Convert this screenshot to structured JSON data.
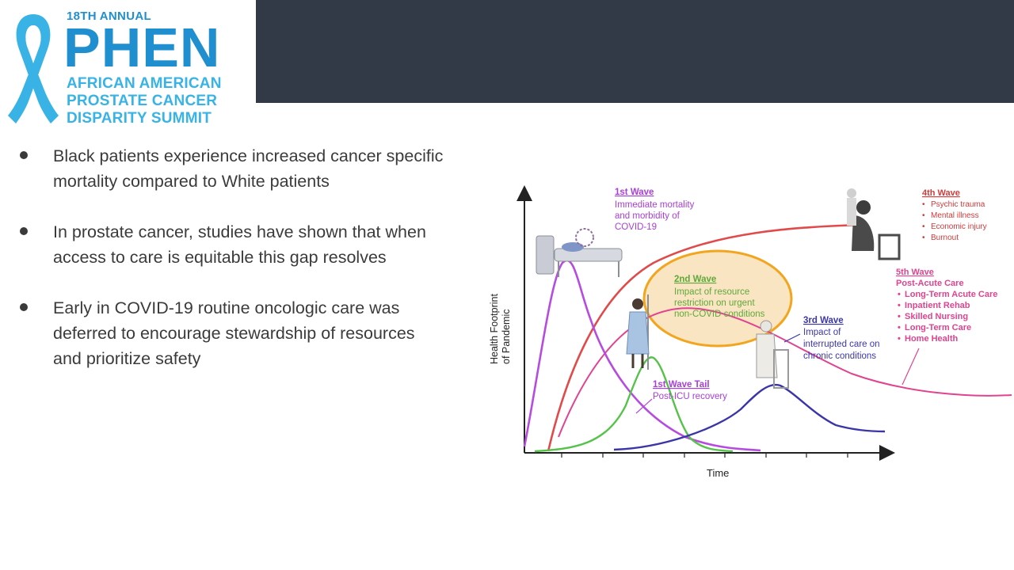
{
  "logo": {
    "annual": "18TH ANNUAL",
    "brand": "PHEN",
    "lines": [
      "AFRICAN AMERICAN",
      "PROSTATE CANCER",
      "DISPARITY SUMMIT"
    ],
    "colors": {
      "dark_blue": "#1f8fcf",
      "light_blue": "#39b3e6"
    }
  },
  "bullets": [
    {
      "text": "Black patients experience increased cancer specific mortality compared to White patients"
    },
    {
      "text": "In prostate cancer, studies have shown that when access to care is equitable this gap resolves"
    },
    {
      "text": "Early in COVID-19 routine oncologic care was deferred to encourage stewardship of resources and prioritize safety"
    }
  ],
  "diagram": {
    "y_axis_label_line1": "Health Footprint",
    "y_axis_label_line2": "of Pandemic",
    "x_axis_label": "Time",
    "wave1": {
      "title": "1st Wave",
      "lines": [
        "Immediate mortality",
        "and morbidity of",
        "COVID-19"
      ],
      "color": "#a83fd6"
    },
    "wave1_tail": {
      "title": "1st Wave Tail",
      "lines": [
        "Post-ICU recovery"
      ],
      "color": "#a83fd6"
    },
    "wave2": {
      "title": "2nd Wave",
      "lines": [
        "Impact of resource",
        "restriction on urgent",
        "non-COVID conditions"
      ],
      "color": "#5fa83a"
    },
    "wave3": {
      "title": "3rd Wave",
      "lines": [
        "Impact of",
        "interrupted care on",
        "chronic conditions"
      ],
      "color": "#3a37a8"
    },
    "wave4": {
      "title": "4th Wave",
      "lines": [
        "Psychic trauma",
        "Mental illness",
        "Economic injury",
        "Burnout"
      ],
      "color": "#d23a3a"
    },
    "wave5": {
      "title": "5th Wave",
      "subtitle": "Post-Acute Care",
      "lines": [
        "Long-Term Acute Care",
        "Inpatient Rehab",
        "Skilled Nursing",
        "Long-Term Care",
        "Home Health"
      ],
      "color": "#e0438f"
    },
    "colors": {
      "ellipse_fill": "#f9e0b8",
      "ellipse_stroke": "#f2a51e",
      "axis": "#222222"
    }
  }
}
